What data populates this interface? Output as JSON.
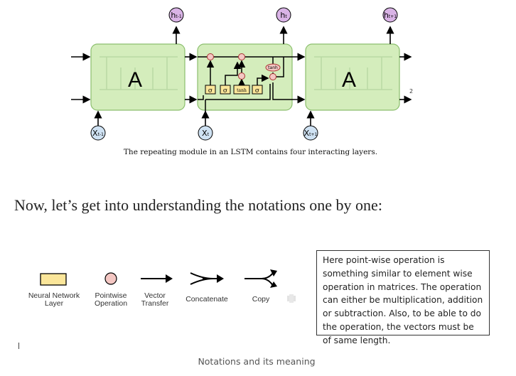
{
  "diagram": {
    "module_left_label": "A",
    "module_right_label": "A",
    "outputs": [
      "h_t-1",
      "h_t",
      "h_t+1"
    ],
    "inputs": [
      "X_t-1",
      "X_t",
      "X_t+1"
    ],
    "layers": [
      "σ",
      "σ",
      "tanh",
      "σ"
    ],
    "pointwise_tanh": "tanh",
    "side_mark": "2"
  },
  "caption_lstm": "The repeating module in an LSTM contains four interacting layers.",
  "heading": "Now, let’s get into understanding the notations one by one:",
  "notations": {
    "neural_network_layer": [
      "Neural Network",
      "Layer"
    ],
    "pointwise_operation": [
      "Pointwise",
      "Operation"
    ],
    "vector_transfer": [
      "Vector",
      "Transfer"
    ],
    "concatenate": "Concatenate",
    "copy": "Copy"
  },
  "note": "Here point-wise operation is something similar to element wise operation in matrices. The operation can either be multiplication, addition or subtraction. Also, to be able to do the operation, the vectors must be of same length.",
  "caption_notations": "Notations and its meaning",
  "colors": {
    "module_fill": "#d4edbc",
    "module_stroke": "#6aa84f",
    "output_bubble": "#d9b3e6",
    "input_bubble": "#cfe2f3",
    "layer_fill": "#fbe69a",
    "pointwise_fill": "#f4c7c3"
  }
}
